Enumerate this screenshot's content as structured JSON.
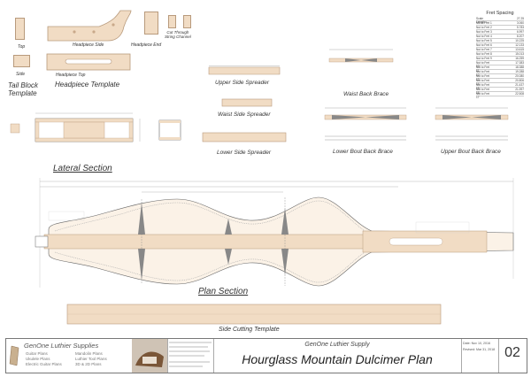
{
  "parts": {
    "top": "Top",
    "side": "Side",
    "headpiece_side": "Headpiece Side",
    "headpiece_end": "Headpiece End",
    "cut_through": "Cut Through\nString Channel",
    "headpiece_top": "Headpiece Top",
    "tail_block_template": "Tail Block\nTemplate",
    "headpiece_template": "Headpiece Template",
    "upper_side_spreader": "Upper Side Spreader",
    "waist_side_spreader": "Waist Side Spreader",
    "lower_side_spreader": "Lower Side Spreader",
    "waist_back_brace": "Waist Back Brace",
    "lower_bout_back_brace": "Lower Bout Back Brace",
    "upper_bout_back_brace": "Upper Bout Back Brace"
  },
  "sections": {
    "lateral": "Lateral Section",
    "plan": "Plan Section",
    "side_cutting": "Side Cutting Template"
  },
  "fret_spacing": {
    "title": "Fret Spacing",
    "scale_label": "Scale Length =",
    "scale_value": "27.25",
    "rows": [
      [
        "Nut to Fret 1",
        "3.060"
      ],
      [
        "Nut to Fret 2",
        "5.783"
      ],
      [
        "Nut to Fret 3",
        "6.997"
      ],
      [
        "Nut to Fret 4",
        "8.207"
      ],
      [
        "Nut to Fret 5",
        "10.225"
      ],
      [
        "Nut to Fret 6",
        "12.133"
      ],
      [
        "Nut to Fret 7",
        "13.615"
      ],
      [
        "Nut to Fret 8",
        "15.013"
      ],
      [
        "Nut to Fret 9",
        "16.259"
      ],
      [
        "Nut to Fret 10",
        "17.383"
      ],
      [
        "Nut to Fret 11",
        "18.388"
      ],
      [
        "Nut to Fret 12",
        "19.288"
      ],
      [
        "Nut to Fret 13",
        "20.080"
      ],
      [
        "Nut to Fret 14",
        "20.806"
      ],
      [
        "Nut to Fret 15",
        "21.437"
      ],
      [
        "Nut to Fret 16",
        "21.997"
      ],
      [
        "Nut to Fret 17",
        "22.508"
      ]
    ]
  },
  "title_block": {
    "company": "GenOne Luthier Supplies",
    "col1": [
      "Guitar Plans",
      "Ukulele Plans",
      "Electric Guitar Plans"
    ],
    "col2": [
      "Mandolin Plans",
      "Luthier Tool Plans",
      "3D & 2D Plans"
    ],
    "supplier": "GenOne Luthier Supply",
    "plan_title": "Hourglass Mountain Dulcimer Plan",
    "date": "Date: Nov 10, 2016",
    "revised": "Revised: Mar 31, 2018",
    "sheet": "02"
  },
  "colors": {
    "wood": "#f1dcc4",
    "wood_edge": "#b89a7c",
    "line": "#555555",
    "brace": "#888888"
  }
}
